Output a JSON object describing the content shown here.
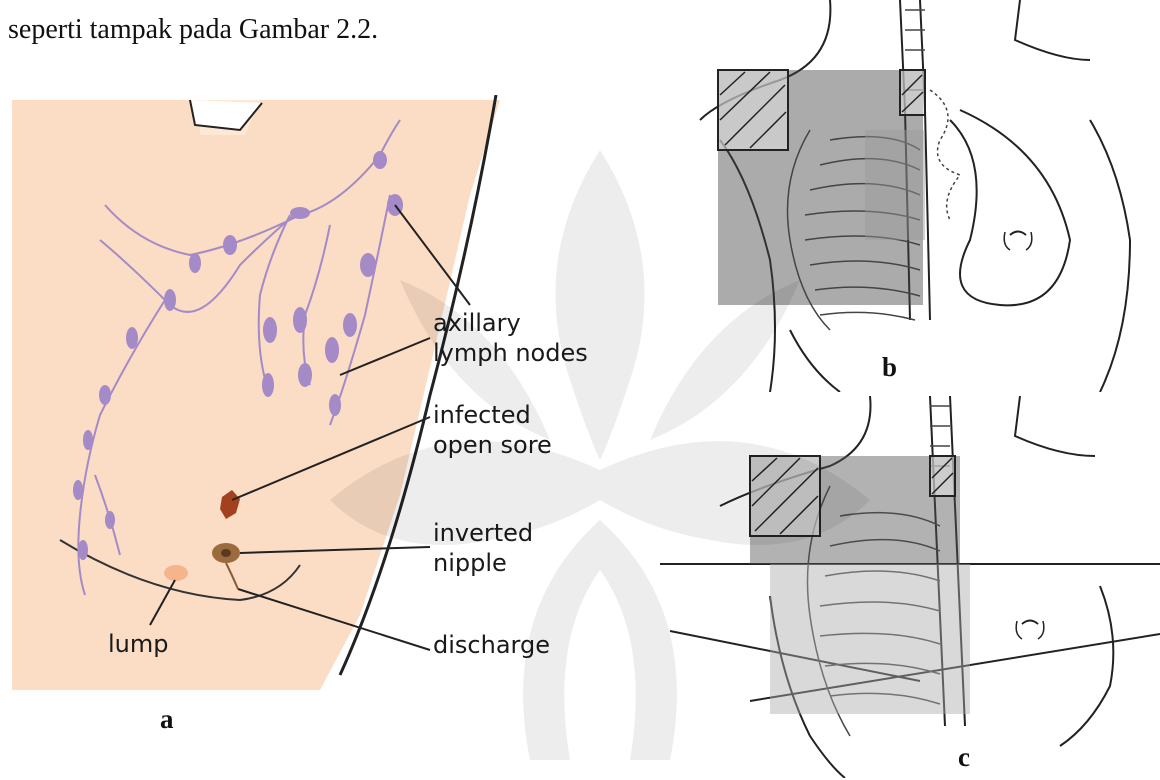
{
  "text": {
    "intro": "seperti tampak pada Gambar 2.2."
  },
  "figure_a": {
    "labels": {
      "axillary_line1": "axillary",
      "axillary_line2": "lymph nodes",
      "infected_line1": "infected",
      "infected_line2": "open sore",
      "inverted_line1": "inverted",
      "inverted_line2": "nipple",
      "discharge": "discharge",
      "lump": "lump"
    },
    "panel_letter": "a",
    "colors": {
      "skin": "#fbdcc4",
      "lymph": "#a48ac6",
      "sore": "#a3411f",
      "nipple": "#9b6b3e"
    }
  },
  "figure_b": {
    "panel_letter": "b"
  },
  "figure_c": {
    "panel_letter": "c"
  }
}
